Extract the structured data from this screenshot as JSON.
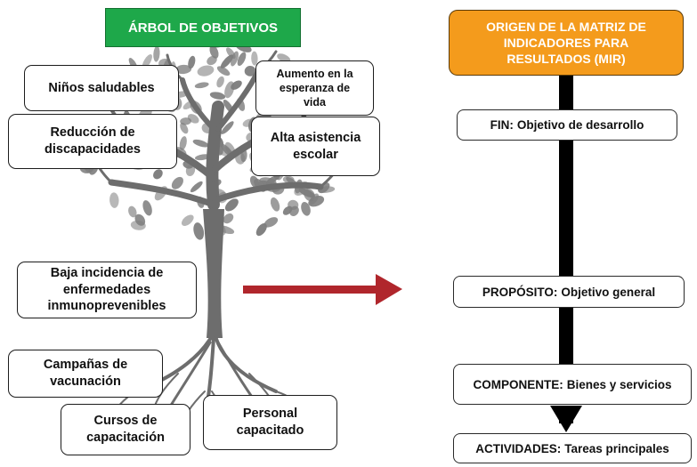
{
  "left_panel": {
    "title": "ÁRBOL DE OBJETIVOS",
    "objectives": {
      "ninos": "Niños saludables",
      "esperanza": [
        "Aumento en la",
        "esperanza de",
        "vida"
      ],
      "discapacidades": [
        "Reducción de",
        "discapacidades"
      ],
      "asistencia": [
        "Alta asistencia",
        "escolar"
      ],
      "incidencia": [
        "Baja incidencia de",
        "enfermedades",
        "inmunoprevenibles"
      ],
      "campanas": [
        "Campañas de",
        "vacunación"
      ],
      "cursos": [
        "Cursos de",
        "capacitación"
      ],
      "personal": [
        "Personal",
        "capacitado"
      ]
    }
  },
  "right_panel": {
    "title": "ORIGEN DE LA MATRIZ DE INDICADORES PARA RESULTADOS (MIR)",
    "levels": {
      "fin": {
        "label": "FIN:",
        "desc": "Objetivo de desarrollo"
      },
      "proposito": {
        "label": "PROPÓSITO:",
        "desc": "Objetivo general"
      },
      "componente": {
        "label": "COMPONENTE:",
        "desc": "Bienes y servicios"
      },
      "actividades": {
        "label": "ACTIVIDADES:",
        "desc": "Tareas principales"
      }
    }
  },
  "colors": {
    "green": "#1ea84a",
    "orange": "#f49b1c",
    "arrow_red": "#b0262c",
    "tree_gray": "#7b7b7b"
  }
}
